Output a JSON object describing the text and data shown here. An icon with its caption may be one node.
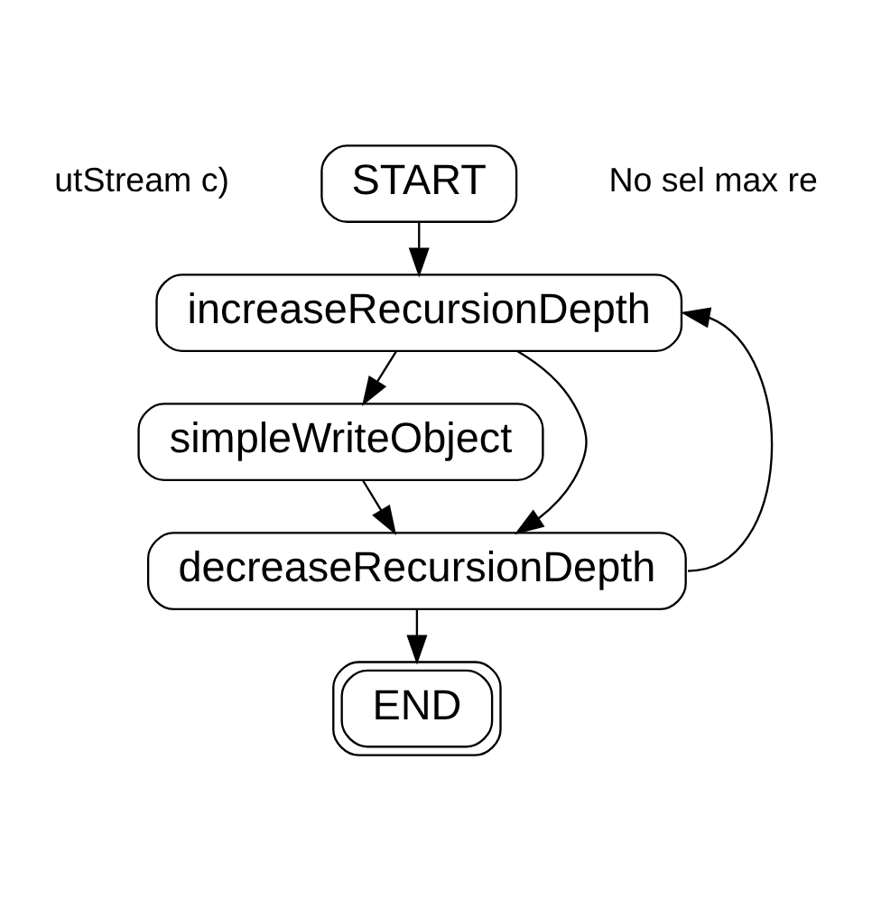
{
  "diagram": {
    "nodes": [
      {
        "text": [
          "START"
        ]
      },
      {
        "text": [
          "increaseRecursionDepth"
        ]
      },
      {
        "text": [
          "simpleWriteObject"
        ]
      },
      {
        "text": [
          "decreaseRecursionDepth"
        ]
      },
      {
        "text": [
          "END"
        ]
      }
    ],
    "edges": [
      {
        "from": 0,
        "to": 1,
        "arrow": "to"
      },
      {
        "from": 1,
        "to": 2,
        "arrow": "to"
      },
      {
        "from": 2,
        "to": 3,
        "arrow": "to"
      },
      {
        "from": 3,
        "to": 4,
        "arrow": "to"
      },
      {
        "from": 1,
        "to": 3,
        "arrow": "to"
      },
      {
        "from": 3,
        "to": 1,
        "arrow": "to"
      }
    ],
    "labels": [
      "utStream c)",
      "No sel max re"
    ]
  }
}
